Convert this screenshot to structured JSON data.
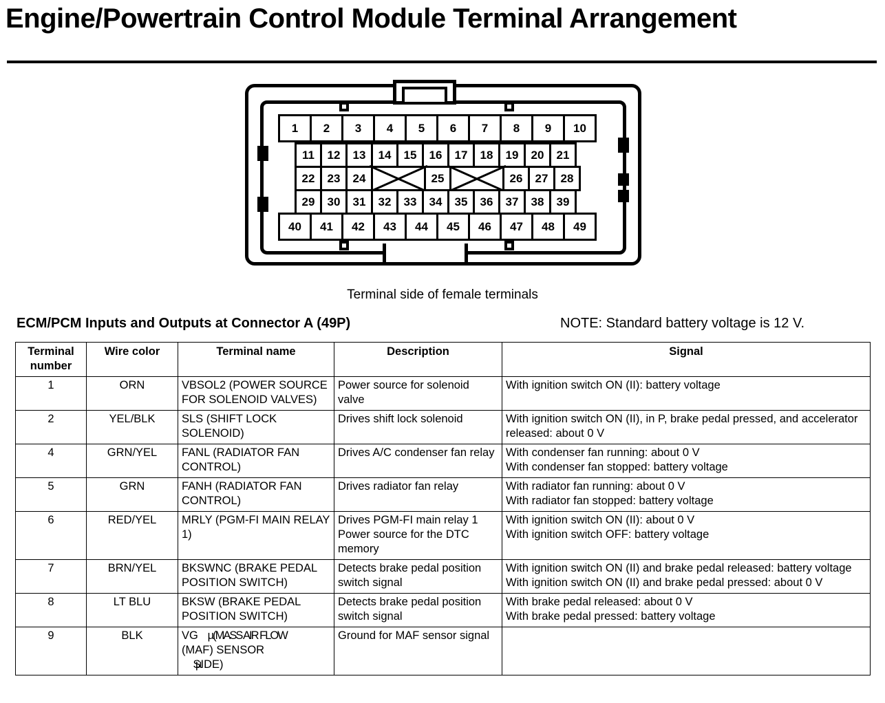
{
  "title": "Engine/Powertrain Control Module Terminal Arrangement",
  "connector": {
    "caption": "Terminal side of female terminals",
    "rows": [
      {
        "name": "row-a",
        "pins": [
          "1",
          "2",
          "3",
          "4",
          "5",
          "6",
          "7",
          "8",
          "9",
          "10"
        ]
      },
      {
        "name": "row-b",
        "pins": [
          "11",
          "12",
          "13",
          "14",
          "15",
          "16",
          "17",
          "18",
          "19",
          "20",
          "21"
        ]
      },
      {
        "name": "row-c",
        "pins": [
          "22",
          "23",
          "24",
          "X",
          "25",
          "X",
          "26",
          "27",
          "28"
        ]
      },
      {
        "name": "row-d",
        "pins": [
          "29",
          "30",
          "31",
          "32",
          "33",
          "34",
          "35",
          "36",
          "37",
          "38",
          "39"
        ]
      },
      {
        "name": "row-e",
        "pins": [
          "40",
          "41",
          "42",
          "43",
          "44",
          "45",
          "46",
          "47",
          "48",
          "49"
        ]
      }
    ]
  },
  "section": {
    "heading": "ECM/PCM Inputs and Outputs at Connector A (49P)",
    "note": "NOTE: Standard battery voltage is 12 V."
  },
  "table": {
    "headers": {
      "terminal_number_line1": "Terminal",
      "terminal_number_line2": "number",
      "wire_color": "Wire color",
      "terminal_name": "Terminal name",
      "description": "Description",
      "signal": "Signal"
    },
    "rows": [
      {
        "number": "1",
        "wire_color": "ORN",
        "terminal_name": "VBSOL2 (POWER SOURCE FOR SOLENOID VALVES)",
        "description": "Power source for solenoid valve",
        "signal": "With ignition switch ON (II): battery voltage"
      },
      {
        "number": "2",
        "wire_color": "YEL/BLK",
        "terminal_name": "SLS (SHIFT LOCK SOLENOID)",
        "description": "Drives shift lock solenoid",
        "signal": "With ignition switch ON (II), in P, brake pedal pressed, and accelerator released: about 0 V"
      },
      {
        "number": "4",
        "wire_color": "GRN/YEL",
        "terminal_name": "FANL (RADIATOR FAN CONTROL)",
        "description": "Drives A/C condenser fan relay",
        "signal": "With condenser fan running: about 0 V\nWith condenser fan stopped: battery voltage"
      },
      {
        "number": "5",
        "wire_color": "GRN",
        "terminal_name": "FANH (RADIATOR FAN CONTROL)",
        "description": "Drives radiator fan relay",
        "signal": "With radiator fan running: about 0 V\nWith radiator fan stopped: battery voltage"
      },
      {
        "number": "6",
        "wire_color": "RED/YEL",
        "terminal_name": "MRLY (PGM-FI MAIN RELAY 1)",
        "description": "Drives PGM-FI main relay 1\nPower source for the DTC memory",
        "signal": "With ignition switch ON (II): about 0 V\nWith ignition switch OFF: battery voltage"
      },
      {
        "number": "7",
        "wire_color": "BRN/YEL",
        "terminal_name": "BKSWNC (BRAKE PEDAL POSITION SWITCH)",
        "description": "Detects brake pedal position switch signal",
        "signal": "With ignition switch ON (II) and brake pedal released: battery voltage\nWith ignition switch ON (II) and brake pedal pressed: about 0 V"
      },
      {
        "number": "8",
        "wire_color": "LT BLU",
        "terminal_name": "BKSW (BRAKE PEDAL POSITION SWITCH)",
        "description": "Detects brake pedal position switch signal",
        "signal": "With brake pedal released: about 0 V\nWith brake pedal pressed: battery voltage"
      },
      {
        "number": "9",
        "wire_color": "BLK",
        "terminal_name_line1_a": "VG",
        "terminal_name_line1_b": "µ(MASS AIR FLOW",
        "terminal_name_line2": "(MAF) SENSOR",
        "terminal_name_line3_mu": "µ",
        "terminal_name_line3": "SIDE)",
        "description": "Ground for MAF sensor signal",
        "signal": ""
      }
    ]
  }
}
